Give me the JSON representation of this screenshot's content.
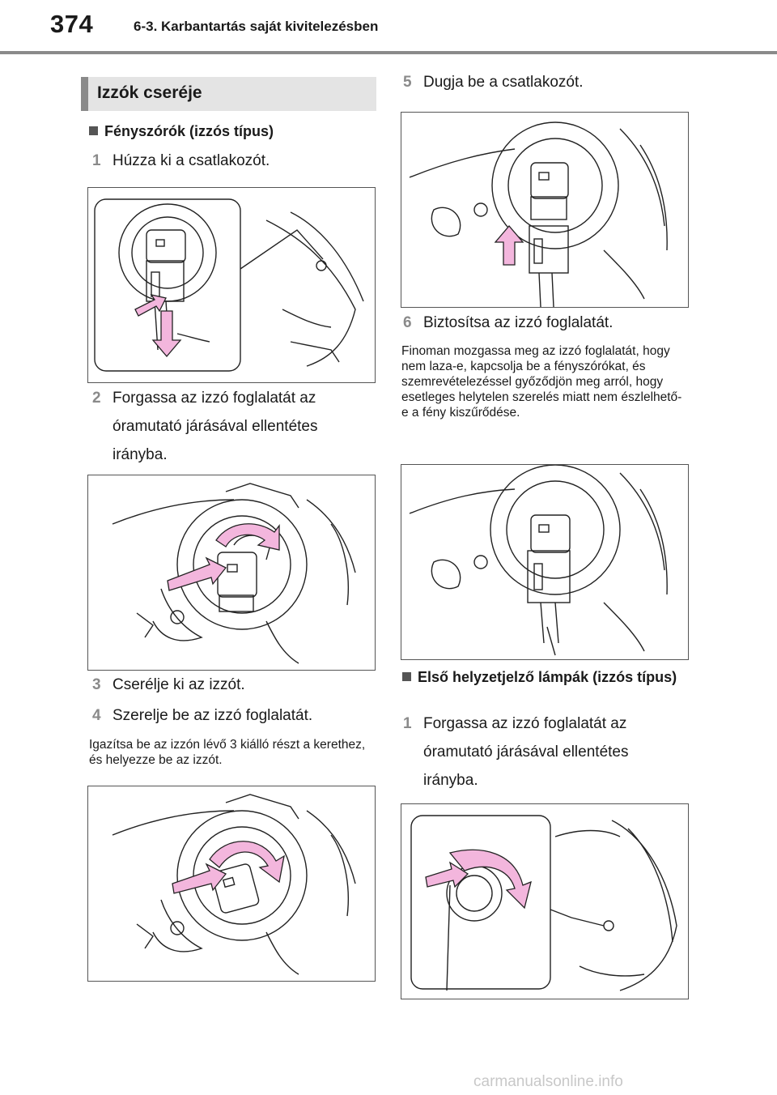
{
  "header": {
    "page_number": "374",
    "chapter": "6-3. Karbantartás saját kivitelezésben"
  },
  "section_title": "Izzók cseréje",
  "left": {
    "subheading": "Fényszórók (izzós típus)",
    "step1": {
      "num": "1",
      "text": "Húzza ki a csatlakozót."
    },
    "step2": {
      "num": "2",
      "text": "Forgassa az izzó foglalatát az óramutató járásával ellentétes irányba."
    },
    "step3": {
      "num": "3",
      "text": "Cserélje ki az izzót."
    },
    "step4": {
      "num": "4",
      "text": "Szerelje be az izzó foglalatát."
    },
    "note4": "Igazítsa be az izzón lévő 3 kiálló részt a kerethez, és helyezze be az izzót."
  },
  "right": {
    "step5": {
      "num": "5",
      "text": "Dugja be a csatlakozót."
    },
    "step6": {
      "num": "6",
      "text": "Biztosítsa az izzó foglalatát."
    },
    "note6": "Finoman mozgassa meg az izzó foglalatát, hogy nem laza-e, kapcsolja be a fényszórókat, és szemrevételezéssel győződjön meg arról, hogy esetleges helytelen szerelés miatt nem észlelhető-e a fény kiszűrődése.",
    "subheading2": "Első helyzetjelző lámpák (izzós típus)",
    "step1b": {
      "num": "1",
      "text": "Forgassa az izzó foglalatát az óramutató járásával ellentétes irányba."
    }
  },
  "footer": {
    "watermark": "carmanualsonline.info"
  },
  "colors": {
    "arrow_fill": "#f3b6dd",
    "section_bar": "#8a8a8a",
    "section_bg": "#e4e4e4"
  }
}
